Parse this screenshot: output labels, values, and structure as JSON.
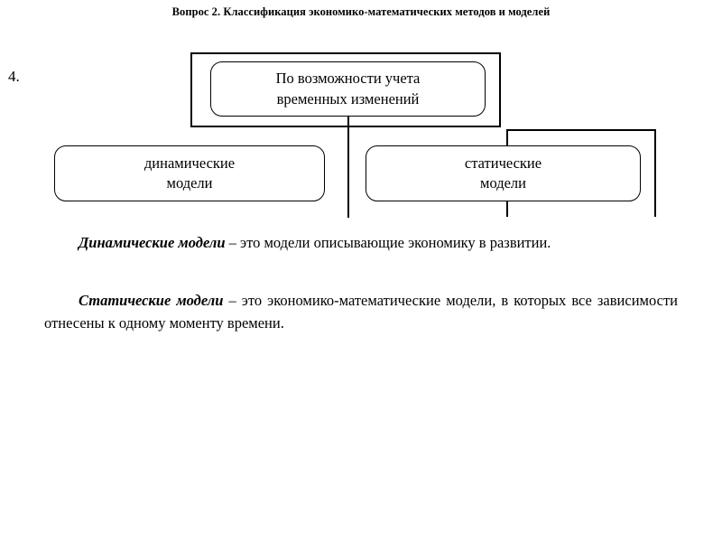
{
  "slide": {
    "title": "Вопрос 2. Классификация экономико-математических методов и моделей",
    "item_number": "4.",
    "background_color": "#ffffff",
    "text_color": "#000000",
    "line_color": "#000000"
  },
  "diagram": {
    "root": {
      "line1": "По возможности учета",
      "line2": "временных изменений"
    },
    "children": [
      {
        "line1": "динамические",
        "line2": "модели"
      },
      {
        "line1": "статические",
        "line2": "модели"
      }
    ]
  },
  "definitions": [
    {
      "term": "Динамические модели",
      "dash": " – ",
      "text": "это модели описывающие экономику в развитии."
    },
    {
      "term": "Статические модели",
      "dash": " – ",
      "text": "это экономико-математические модели, в которых все зависимости отнесены к одному моменту времени."
    }
  ]
}
